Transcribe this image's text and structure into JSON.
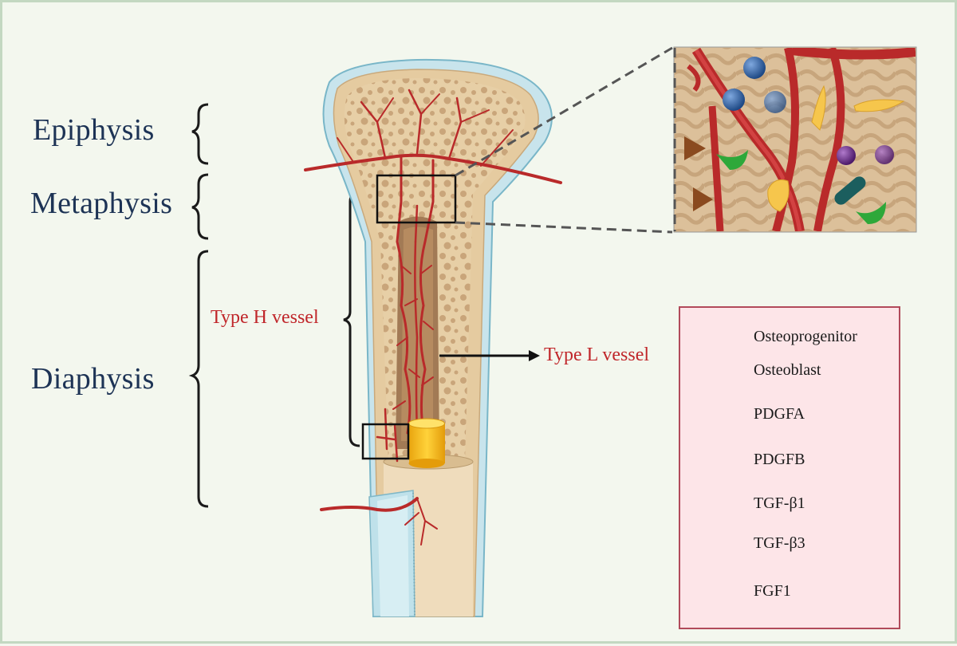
{
  "regions": {
    "epiphysis": "Epiphysis",
    "metaphysis": "Metaphysis",
    "diaphysis": "Diaphysis"
  },
  "vessels": {
    "type_h": "Type H vessel",
    "type_l": "Type L vessel"
  },
  "legend": {
    "items": [
      {
        "label": "Osteoprogenitor",
        "icon": "osteoprogenitor-icon"
      },
      {
        "label": "Osteoblast",
        "icon": "osteoblast-icon"
      },
      {
        "label": "PDGFA",
        "icon": "pdgfa-icon"
      },
      {
        "label": "PDGFB",
        "icon": "pdgfb-icon"
      },
      {
        "label": "TGF-β1",
        "icon": "tgf-b1-icon"
      },
      {
        "label": "TGF-β3",
        "icon": "tgf-b3-icon"
      },
      {
        "label": "FGF1",
        "icon": "fgf1-icon"
      }
    ]
  },
  "colors": {
    "vessel": "#b92a2a",
    "bone": "#dcc29a",
    "cortex": "#bfe0ea",
    "pdgfa": "#2f5d9a",
    "pdgfb": "#6a2a8a",
    "tgf_b1": "#2ea83a",
    "tgf_b3": "#1b5e5e",
    "fgf1": "#8a4a1f",
    "cell": "#f6c64c"
  }
}
